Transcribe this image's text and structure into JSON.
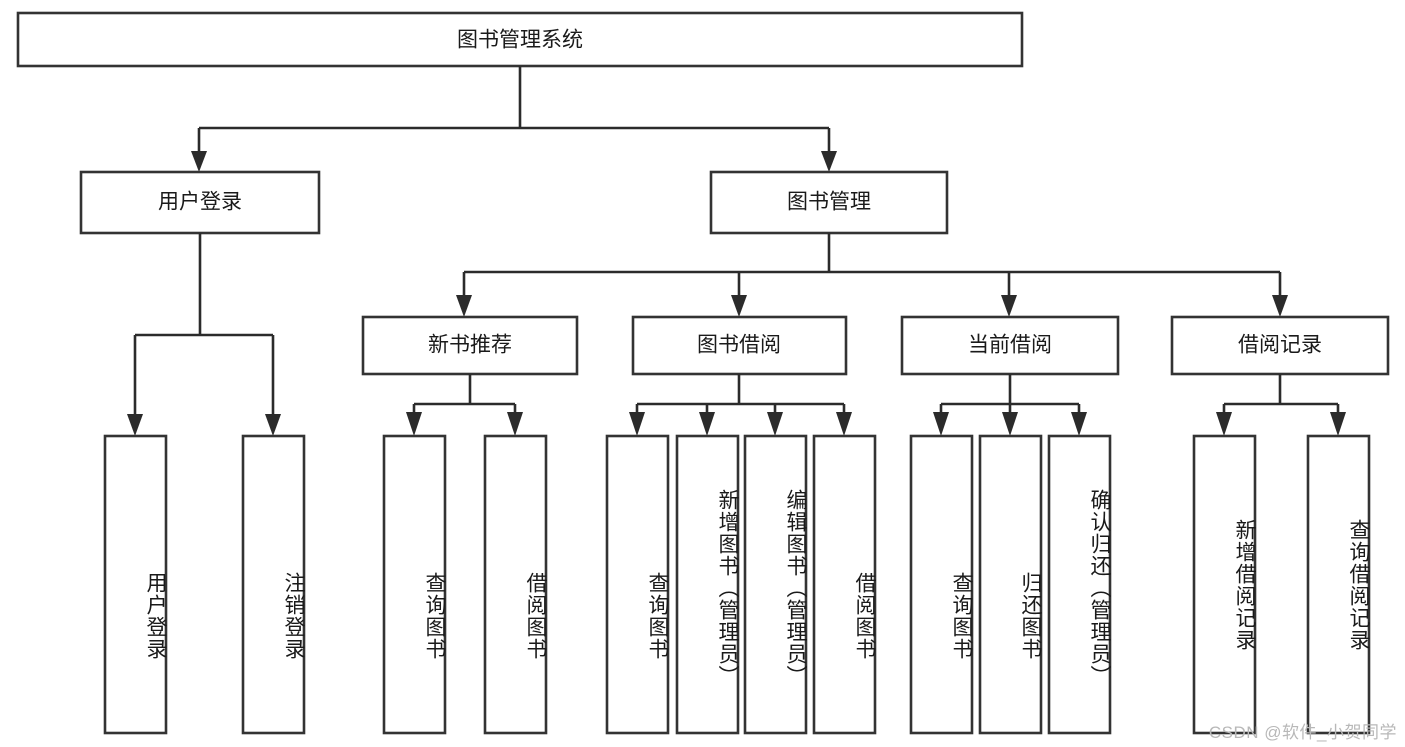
{
  "diagram": {
    "type": "tree-flowchart",
    "title": "图书管理系统",
    "watermark": "CSDN @软件_小贺同学",
    "colors": {
      "background": "#ffffff",
      "box_stroke": "#333333",
      "line": "#2b2b2b",
      "text": "#1a1a1a",
      "watermark": "#b8b8b8"
    },
    "root": {
      "label": "图书管理系统"
    },
    "level2": [
      {
        "label": "用户登录"
      },
      {
        "label": "图书管理"
      }
    ],
    "level3": [
      {
        "label": "新书推荐"
      },
      {
        "label": "图书借阅"
      },
      {
        "label": "当前借阅"
      },
      {
        "label": "借阅记录"
      }
    ],
    "leaves": {
      "user_login": [
        {
          "label": "用户登录"
        },
        {
          "label": "注销登录"
        }
      ],
      "new_book": [
        {
          "label": "查询图书"
        },
        {
          "label": "借阅图书"
        }
      ],
      "book_borrow": [
        {
          "label": "查询图书"
        },
        {
          "label": "新增图书（管理员）"
        },
        {
          "label": "编辑图书（管理员）"
        },
        {
          "label": "借阅图书"
        }
      ],
      "current_borrow": [
        {
          "label": "查询图书"
        },
        {
          "label": "归还图书"
        },
        {
          "label": "确认归还（管理员）"
        }
      ],
      "borrow_record": [
        {
          "label": "新增借阅记录"
        },
        {
          "label": "查询借阅记录"
        }
      ]
    }
  }
}
